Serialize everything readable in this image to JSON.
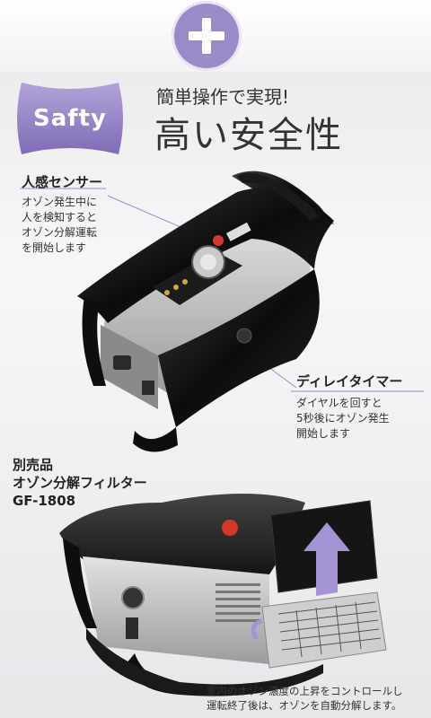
{
  "header": {
    "subtitle": "簡単操作で実現!",
    "title": "高い安全性",
    "badge": "Safty"
  },
  "features": {
    "sensor": {
      "title": "人感センサー",
      "lines": [
        "オゾン発生中に",
        "人を検知すると",
        "オゾン分解運転",
        "を開始します"
      ]
    },
    "timer": {
      "title": "ディレイタイマー",
      "lines": [
        "ダイヤルを回すと",
        "5秒後にオゾン発生",
        "開始します"
      ]
    }
  },
  "filter": {
    "lines": [
      "別売品",
      "オゾン分解フィルター",
      "GF-1808"
    ],
    "caption": [
      "室内のオゾン濃度の上昇をコントロールし",
      "運転終了後は、オゾンを自動分解します。"
    ]
  },
  "colors": {
    "accent": "#9a8ac7",
    "body": "#111111",
    "steel": "#bdbdbf"
  }
}
